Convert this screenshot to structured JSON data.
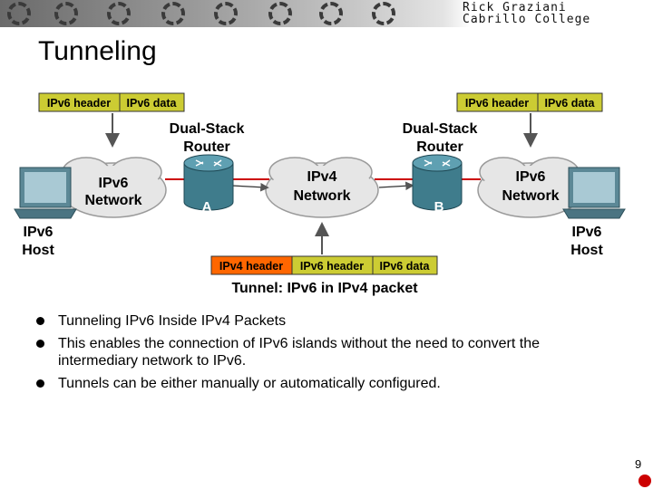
{
  "header": {
    "author_line1": "Rick Graziani",
    "author_line2": "Cabrillo College"
  },
  "slide": {
    "title": "Tunneling"
  },
  "diagram": {
    "left_packet": {
      "header": "IPv6 header",
      "data": "IPv6 data"
    },
    "right_packet": {
      "header": "IPv6 header",
      "data": "IPv6 data"
    },
    "tunnel_packet": {
      "ipv4_header": "IPv4 header",
      "ipv6_header": "IPv6 header",
      "ipv6_data": "IPv6 data"
    },
    "tunnel_caption": "Tunnel: IPv6 in IPv4 packet",
    "left_router": {
      "line1": "Dual-Stack",
      "line2": "Router",
      "id": "A"
    },
    "right_router": {
      "line1": "Dual-Stack",
      "line2": "Router",
      "id": "B"
    },
    "left_cloud": {
      "line1": "IPv6",
      "line2": "Network"
    },
    "middle_cloud": {
      "line1": "IPv4",
      "line2": "Network"
    },
    "right_cloud": {
      "line1": "IPv6",
      "line2": "Network"
    },
    "left_host": {
      "line1": "IPv6",
      "line2": "Host"
    },
    "right_host": {
      "line1": "IPv6",
      "line2": "Host"
    },
    "colors": {
      "packet_green": "#cccc33",
      "packet_orange": "#ff6600",
      "link_red": "#cc0000",
      "router_teal": "#3f7c8c"
    }
  },
  "bullets": [
    {
      "line1": "Tunneling IPv6 Inside IPv4 Packets",
      "line2": ""
    },
    {
      "line1": "This enables the connection of IPv6 islands without the need to convert the",
      "line2": "intermediary network to IPv6."
    },
    {
      "line1": "Tunnels can be either manually or automatically configured.",
      "line2": ""
    }
  ],
  "footer": {
    "page_number": "9"
  }
}
